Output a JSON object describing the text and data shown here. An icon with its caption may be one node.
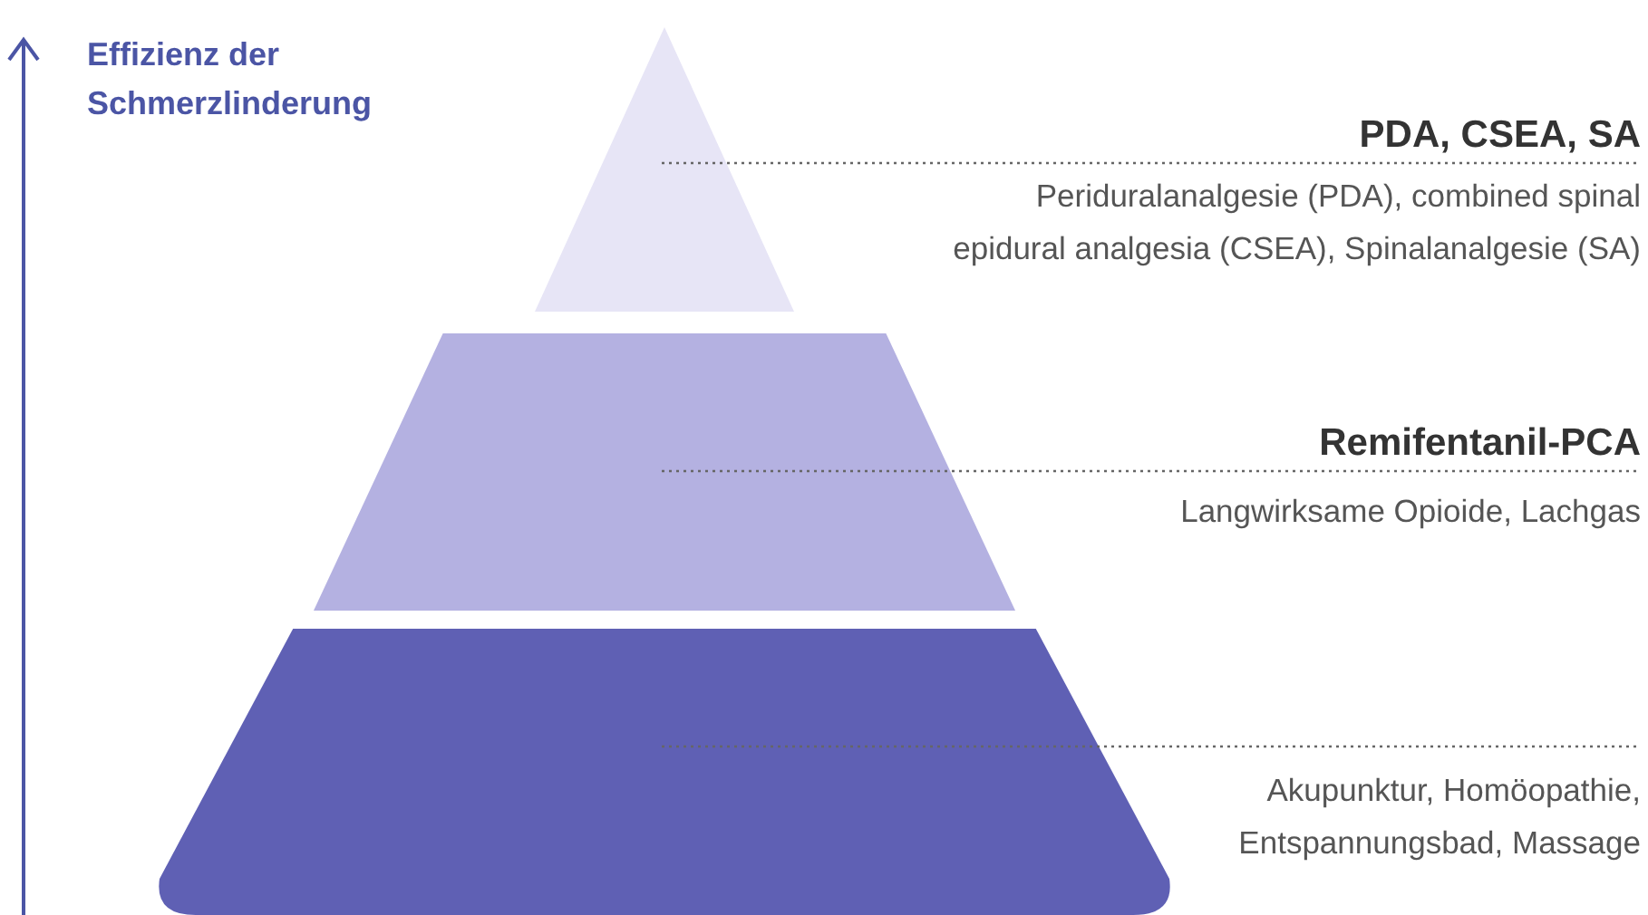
{
  "diagram": {
    "nodes": [
      {
        "text": [],
        "shape": "triangle",
        "beside": [
          "PDA, CSEA, SA",
          "Periduralanalgesie (PDA), combined spinal epidural analgesia (CSEA), Spinalanalgesie (SA)"
        ]
      },
      {
        "text": [],
        "shape": "trapezoid",
        "beside": [
          "Remifentanil-PCA",
          "Langwirksame Opioide, Lachgas"
        ]
      },
      {
        "text": [],
        "shape": "trapezoid",
        "beside": [
          "Akupunktur, Homöopathie, Entspannungsbad, Massage"
        ]
      }
    ],
    "labels": [
      "Effizienz der Schmerzlinderung"
    ]
  }
}
